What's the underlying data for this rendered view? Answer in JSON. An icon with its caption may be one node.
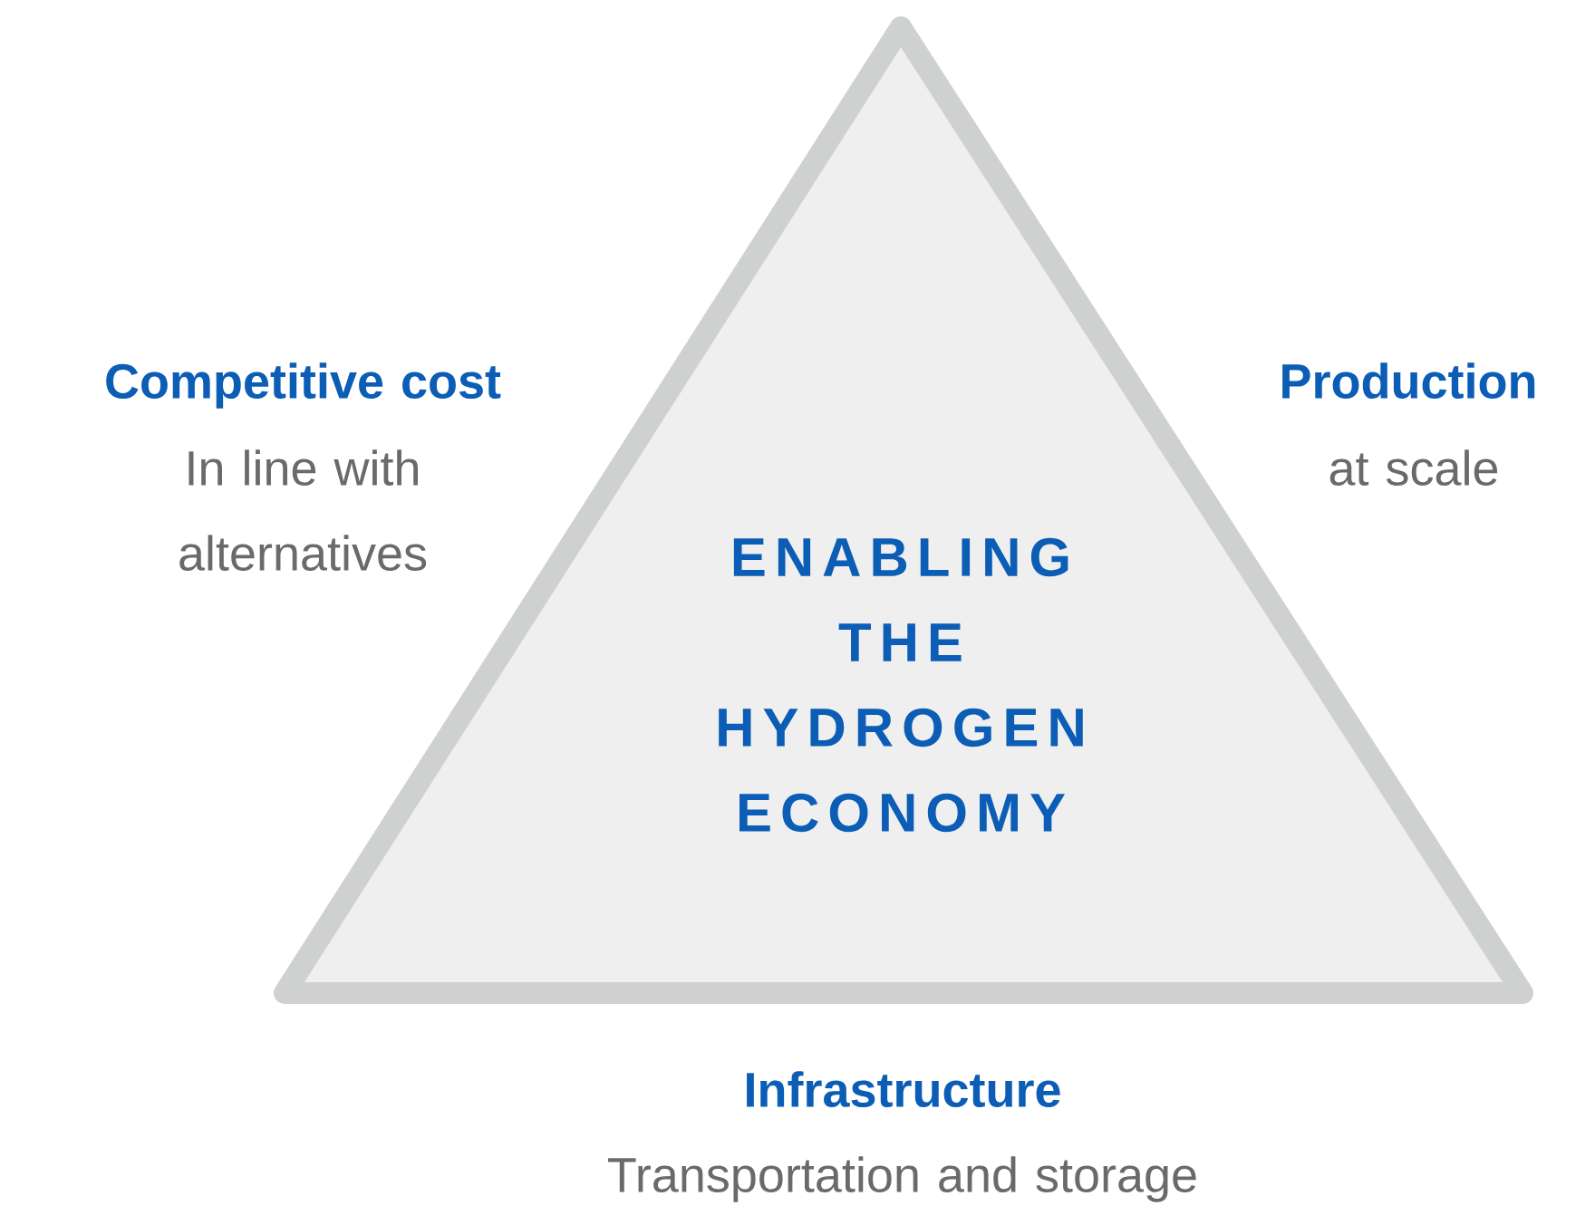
{
  "diagram": {
    "nodes": [
      {
        "text": [
          "ENABLING THE HYDROGEN ECONOMY"
        ]
      }
    ],
    "labels": [
      "Competitive cost",
      "In line with alternatives",
      "Production",
      "at scale",
      "Infrastructure",
      "Transportation and storage"
    ]
  }
}
